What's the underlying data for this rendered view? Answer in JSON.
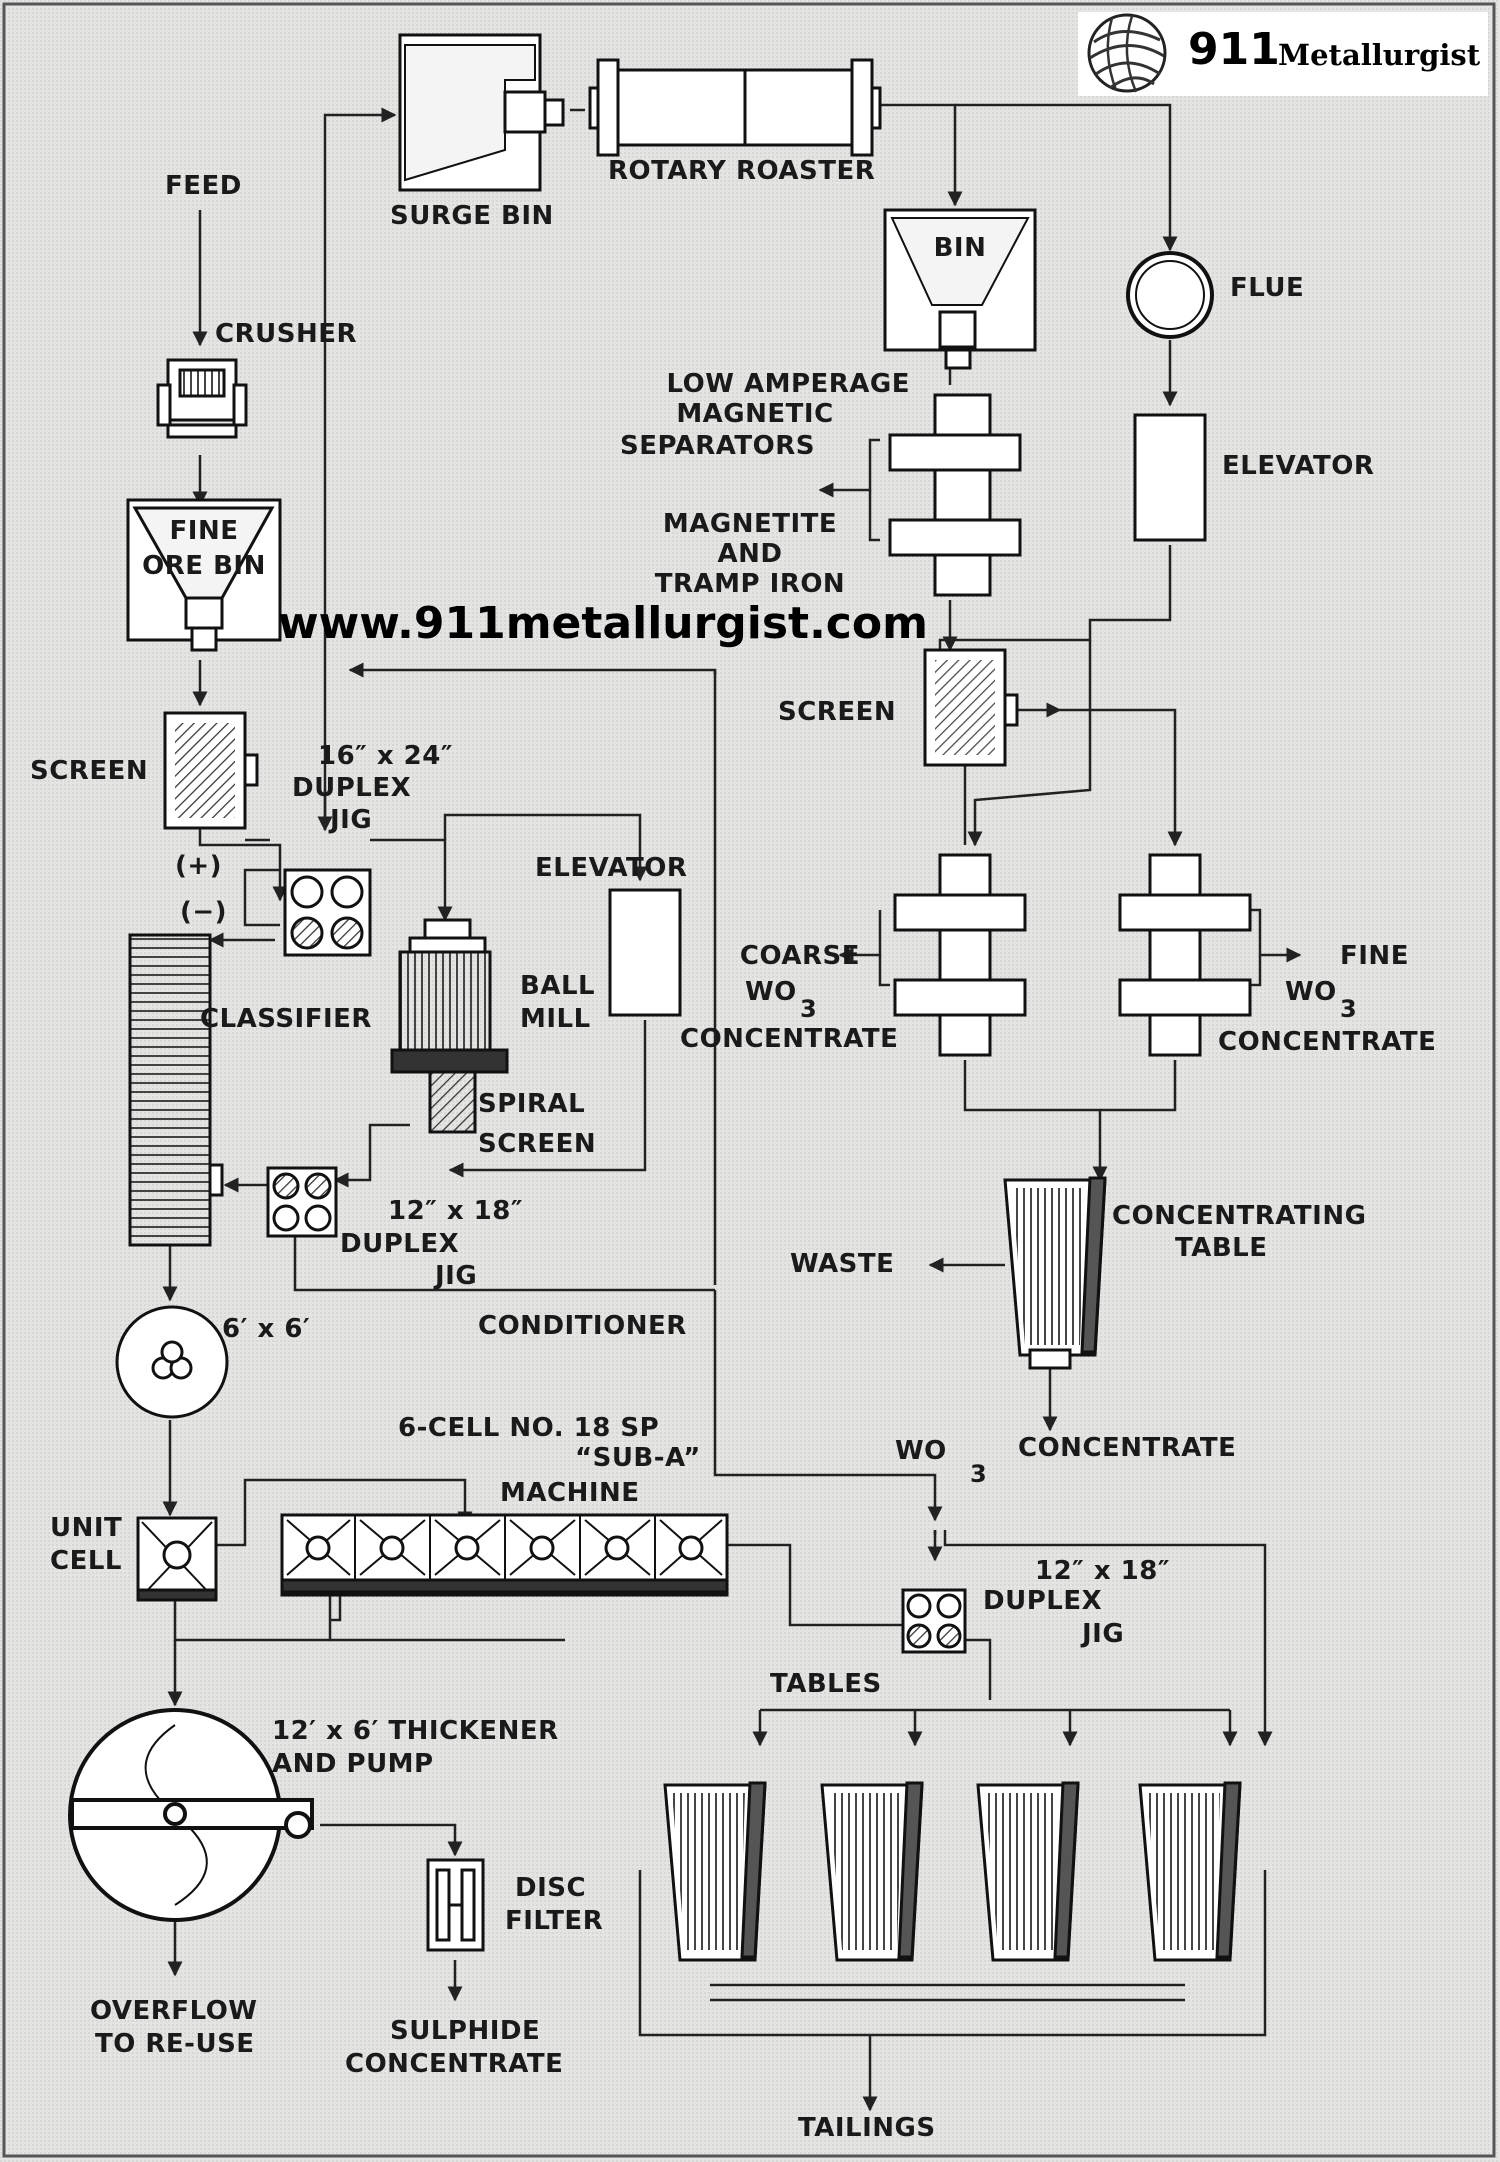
{
  "brand": {
    "logo": "911-metallurgist-ball-logo",
    "name_number": "911",
    "name_word": "Metallurgist"
  },
  "watermark_url": "www.911metallurgist.com",
  "labels": {
    "feed": "FEED",
    "crusher": "CRUSHER",
    "fine_ore_bin_1": "FINE",
    "fine_ore_bin_2": "ORE BIN",
    "surge_bin": "SURGE BIN",
    "rotary_roaster": "ROTARY ROASTER",
    "bin": "BIN",
    "flue": "FLUE",
    "elevator_top": "ELEVATOR",
    "low_amp_1": "LOW AMPERAGE",
    "low_amp_2": "MAGNETIC",
    "low_amp_3": "SEPARATORS",
    "magnetite_1": "MAGNETITE",
    "magnetite_2": "AND",
    "magnetite_3": "TRAMP IRON",
    "screen_right": "SCREEN",
    "screen_left": "SCREEN",
    "duplex_jig_1_size": "16″ x 24″",
    "duplex_jig_1_name": "DUPLEX",
    "duplex_jig_1_type": "JIG",
    "plus": "(+)",
    "minus": "(−)",
    "elevator_mid": "ELEVATOR",
    "classifier": "CLASSIFIER",
    "ball_mill_1": "BALL",
    "ball_mill_2": "MILL",
    "spiral_1": "SPIRAL",
    "spiral_2": "SCREEN",
    "coarse_1": "COARSE",
    "coarse_2": "WO",
    "coarse_sub": "3",
    "coarse_3": "CONCENTRATE",
    "fine_1": "FINE",
    "fine_2": "WO",
    "fine_sub": "3",
    "fine_3": "CONCENTRATE",
    "duplex_jig_2_size": "12″ x 18″",
    "duplex_jig_2_name": "DUPLEX",
    "duplex_jig_2_type": "JIG",
    "waste": "WASTE",
    "conc_table_1": "CONCENTRATING",
    "conc_table_2": "TABLE",
    "conditioner_size": "6′ x 6′",
    "conditioner": "CONDITIONER",
    "wo3_conc_1": "WO",
    "wo3_conc_sub": "3",
    "wo3_conc_2": "CONCENTRATE",
    "sub_a_1": "6-CELL NO. 18 SP",
    "sub_a_2": "“SUB-A”",
    "sub_a_3": "MACHINE",
    "unit_cell_1": "UNIT",
    "unit_cell_2": "CELL",
    "duplex_jig_3_size": "12″ x 18″",
    "duplex_jig_3_name": "DUPLEX",
    "duplex_jig_3_type": "JIG",
    "tables": "TABLES",
    "thickener_1": "12′ x 6′  THICKENER",
    "thickener_2": "AND  PUMP",
    "disc_filter_1": "DISC",
    "disc_filter_2": "FILTER",
    "overflow_1": "OVERFLOW",
    "overflow_2": "TO RE-USE",
    "sulphide_1": "SULPHIDE",
    "sulphide_2": "CONCENTRATE",
    "tailings": "TAILINGS"
  }
}
